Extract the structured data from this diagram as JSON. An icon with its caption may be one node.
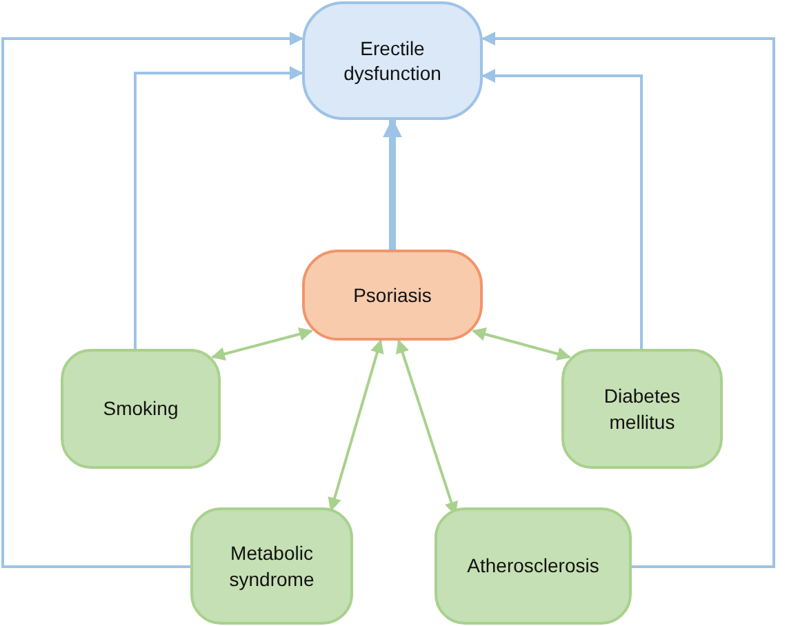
{
  "diagram": {
    "nodes": [
      {
        "text": [
          "Erectile dysfunction"
        ]
      },
      {
        "text": [
          "Psoriasis"
        ]
      },
      {
        "text": [
          "Smoking"
        ]
      },
      {
        "text": [
          "Diabetes mellitus"
        ]
      },
      {
        "text": [
          "Metabolic syndrome"
        ]
      },
      {
        "text": [
          "Atherosclerosis"
        ]
      }
    ],
    "edges": [
      {
        "from": 1,
        "to": 0,
        "arrow": "to",
        "style": "thick"
      },
      {
        "from": 2,
        "to": 0,
        "arrow": "to"
      },
      {
        "from": 4,
        "to": 0,
        "arrow": "to"
      },
      {
        "from": 3,
        "to": 0,
        "arrow": "to"
      },
      {
        "from": 5,
        "to": 0,
        "arrow": "to"
      },
      {
        "from": 1,
        "to": 2,
        "arrow": "both",
        "color": "#a9d18e"
      },
      {
        "from": 1,
        "to": 3,
        "arrow": "both",
        "color": "#a9d18e"
      },
      {
        "from": 1,
        "to": 4,
        "arrow": "both",
        "color": "#a9d18e"
      },
      {
        "from": 1,
        "to": 5,
        "arrow": "both",
        "color": "#a9d18e"
      }
    ]
  }
}
